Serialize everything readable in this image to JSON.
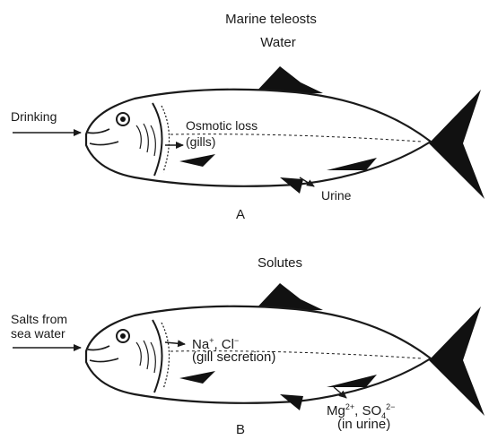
{
  "title": "Marine teleosts",
  "panel_a": {
    "heading": "Water",
    "inflow_label": "Drinking",
    "gill_label_line1": "Osmotic loss",
    "gill_label_line2": "(gills)",
    "urine_label": "Urine",
    "panel_letter": "A"
  },
  "panel_b": {
    "heading": "Solutes",
    "inflow_label_line1": "Salts from",
    "inflow_label_line2": "sea water",
    "gill_ion_na": "Na",
    "gill_ion_na_sup": "+",
    "gill_ion_sep": ", ",
    "gill_ion_cl": "Cl",
    "gill_ion_cl_sup": "−",
    "gill_note": "(gill secretion)",
    "urine_ion_mg": "Mg",
    "urine_ion_mg_sup": "2+",
    "urine_ion_sep": ", SO",
    "urine_ion_so_sub": "4",
    "urine_ion_so_sup": "2−",
    "urine_note": "(in urine)",
    "panel_letter": "B"
  },
  "colors": {
    "ink": "#1a1a1a",
    "fin": "#111111",
    "body": "#ffffff"
  }
}
